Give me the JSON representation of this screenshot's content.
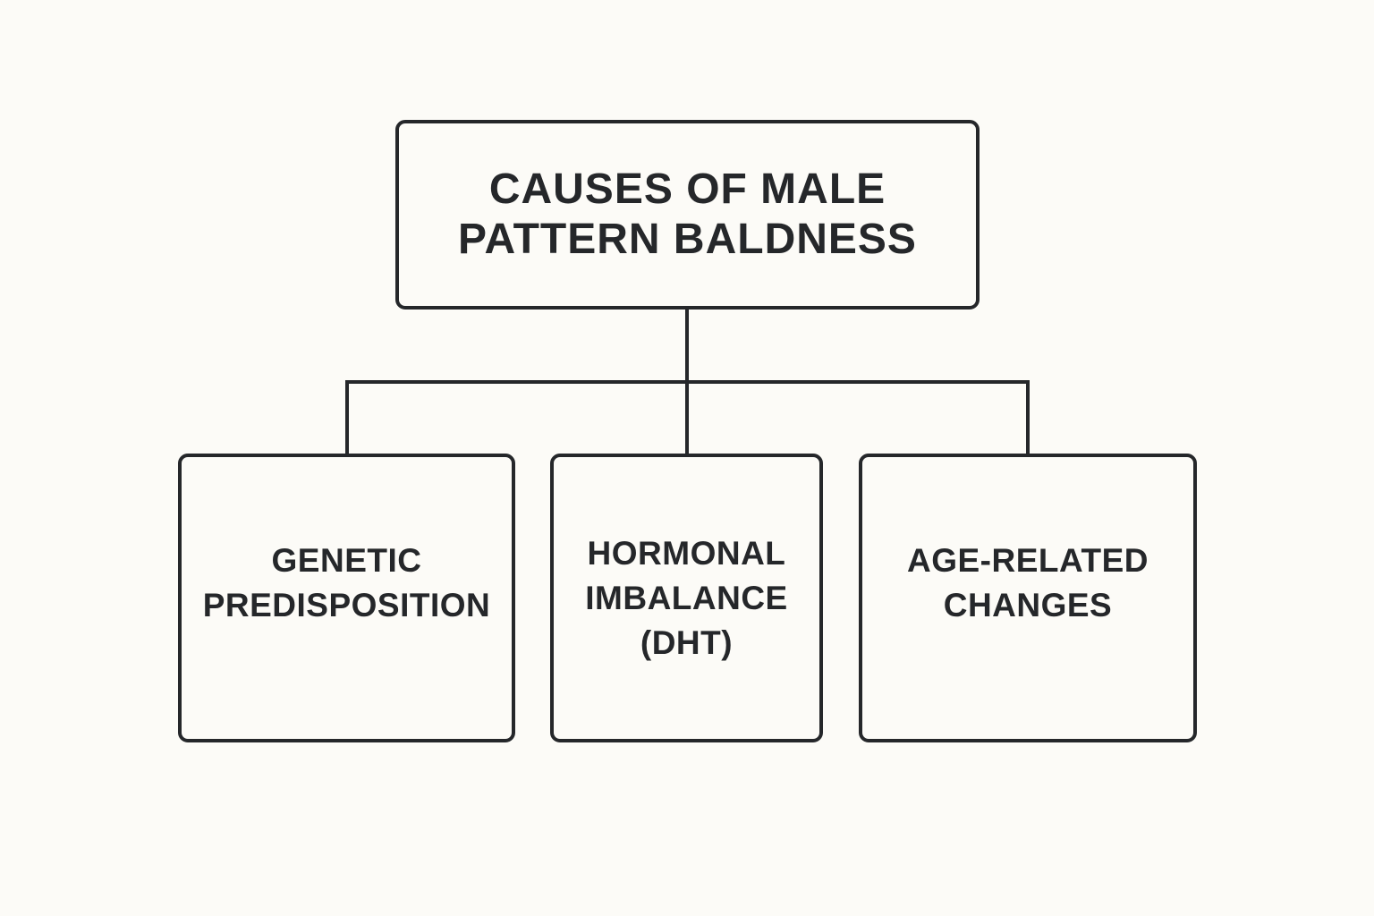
{
  "diagram": {
    "root": {
      "label": "CAUSES OF MALE\nPATTERN BALDNESS"
    },
    "children": [
      {
        "label": "GENETIC\nPREDISPOSITION"
      },
      {
        "label": "HORMONAL\nIMBALANCE\n(DHT)"
      },
      {
        "label": "AGE-RELATED\nCHANGES"
      }
    ]
  },
  "colors": {
    "background": "#fcfbf7",
    "stroke": "#25272a",
    "text": "#25272a"
  }
}
